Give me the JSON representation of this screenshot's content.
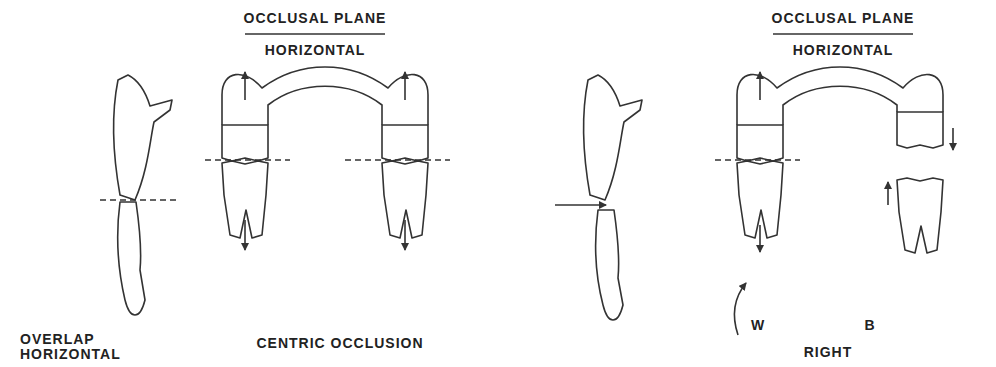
{
  "diagram": {
    "labels": [
      "OCCLUSAL PLANE",
      "HORIZONTAL",
      "OCCLUSAL PLANE",
      "HORIZONTAL",
      "OVERLAP HORIZONTAL",
      "CENTRIC OCCLUSION",
      "W",
      "B",
      "RIGHT"
    ]
  }
}
